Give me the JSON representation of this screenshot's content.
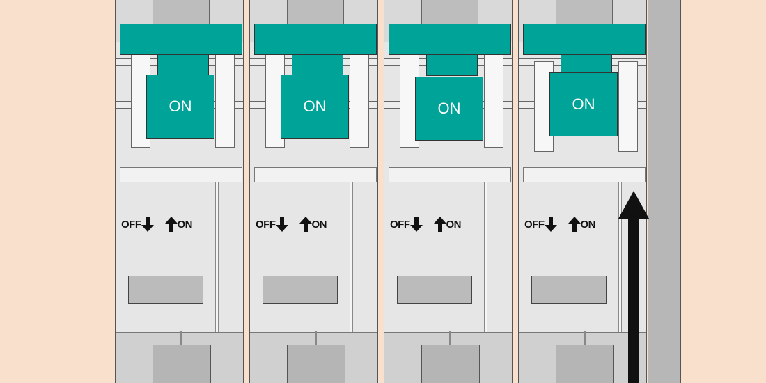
{
  "breakers": [
    {
      "handle_label": "ON",
      "off_label": "OFF",
      "on_label": "ON",
      "state": "on"
    },
    {
      "handle_label": "ON",
      "off_label": "OFF",
      "on_label": "ON",
      "state": "on"
    },
    {
      "handle_label": "ON",
      "off_label": "OFF",
      "on_label": "ON",
      "state": "on"
    },
    {
      "handle_label": "ON",
      "off_label": "OFF",
      "on_label": "ON",
      "state": "on"
    }
  ],
  "colors": {
    "background": "#f9e0cc",
    "handle": "#00a398",
    "housing": "#e6e6e6",
    "arrow": "#111111"
  },
  "icons": {
    "off_arrow": "arrow-down-icon",
    "on_arrow": "arrow-up-icon",
    "indicator_arrow": "large-arrow-up-icon"
  }
}
